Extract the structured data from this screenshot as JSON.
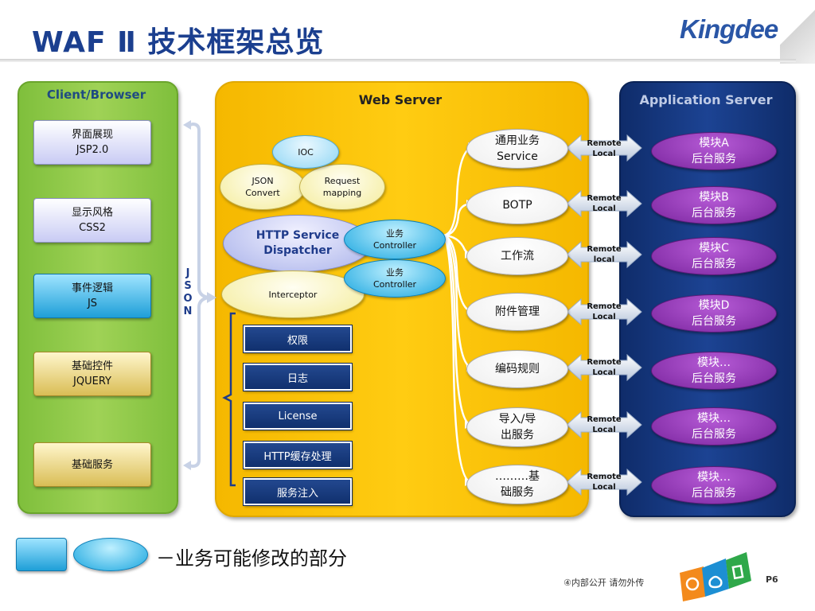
{
  "title": "WAF Ⅱ 技术框架总览",
  "logo_text": "Kingdee",
  "client": {
    "title": "Client/Browser",
    "items": [
      {
        "line1": "界面展现",
        "line2": "JSP2.0",
        "style": "lavender"
      },
      {
        "line1": "显示风格",
        "line2": "CSS2",
        "style": "lavender"
      },
      {
        "line1": "事件逻辑",
        "line2": "JS",
        "style": "blue"
      },
      {
        "line1": "基础控件",
        "line2": "JQUERY",
        "style": "tan"
      },
      {
        "line1": "基础服务",
        "line2": "",
        "style": "tan"
      }
    ]
  },
  "json_letters": [
    "J",
    "S",
    "O",
    "N"
  ],
  "web": {
    "title": "Web Server",
    "ioc": "IOC",
    "json_convert": {
      "line1": "JSON",
      "line2": "Convert"
    },
    "request_mapping": {
      "line1": "Request",
      "line2": "mapping"
    },
    "dispatcher": {
      "line1": "HTTP Service",
      "line2": "Dispatcher"
    },
    "controllers": [
      {
        "line1": "业务",
        "line2": "Controller"
      },
      {
        "line1": "业务",
        "line2": "Controller"
      }
    ],
    "interceptor": "Interceptor",
    "interceptor_items": [
      "权限",
      "日志",
      "License",
      "HTTP缓存处理",
      "服务注入"
    ],
    "services": [
      {
        "line1": "通用业务",
        "line2": "Service"
      },
      {
        "line1": "BOTP",
        "line2": ""
      },
      {
        "line1": "工作流",
        "line2": ""
      },
      {
        "line1": "附件管理",
        "line2": ""
      },
      {
        "line1": "编码规则",
        "line2": ""
      },
      {
        "line1": "导入/导",
        "line2": "出服务"
      },
      {
        "line1": "………基",
        "line2": "础服务"
      }
    ],
    "remote_labels": [
      {
        "line1": "Remote",
        "line2": "Local"
      },
      {
        "line1": "Remote",
        "line2": "Local"
      },
      {
        "line1": "Remote",
        "line2": "local"
      },
      {
        "line1": "Remote",
        "line2": "Local"
      },
      {
        "line1": "Remote",
        "line2": "Local"
      },
      {
        "line1": "Remote",
        "line2": "Local"
      },
      {
        "line1": "Remote",
        "line2": "Local"
      }
    ]
  },
  "app": {
    "title": "Application Server",
    "modules": [
      {
        "line1": "模块A",
        "line2": "后台服务"
      },
      {
        "line1": "模块B",
        "line2": "后台服务"
      },
      {
        "line1": "模块C",
        "line2": "后台服务"
      },
      {
        "line1": "模块D",
        "line2": "后台服务"
      },
      {
        "line1": "模块…",
        "line2": "后台服务"
      },
      {
        "line1": "模块…",
        "line2": "后台服务"
      },
      {
        "line1": "模块…",
        "line2": "后台服务"
      }
    ]
  },
  "legend": {
    "text": "－业务可能修改的部分"
  },
  "footer": {
    "text": "④内部公开 请勿外传",
    "page": "P6"
  },
  "colors": {
    "client_panel": "#8fcb49",
    "web_panel": "#ffc60a",
    "app_panel": "#163a85",
    "title": "#1b3f8f",
    "module": "#8a2fb0"
  }
}
